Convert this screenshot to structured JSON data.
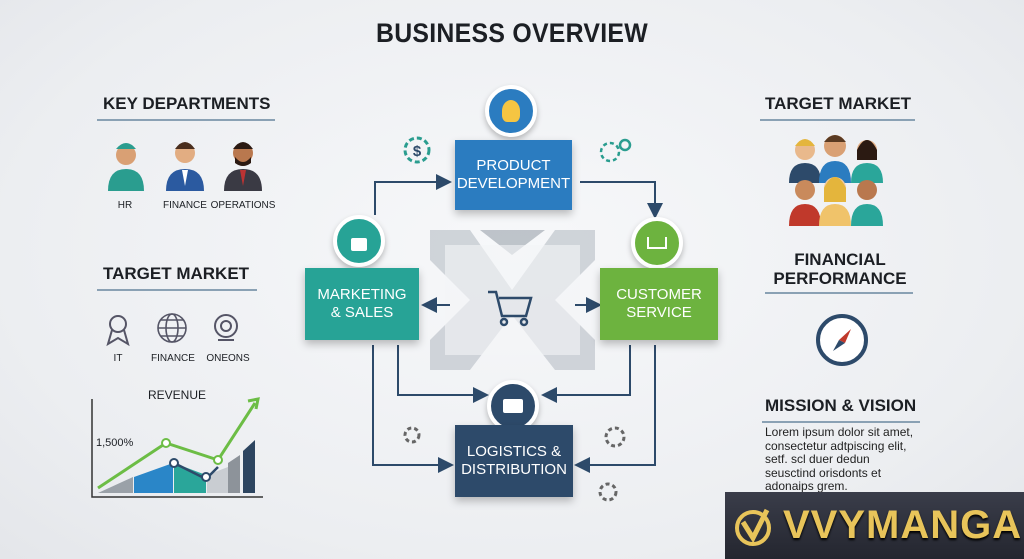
{
  "title": "BUSINESS OVERVIEW",
  "left": {
    "key_departments": {
      "heading": "KEY DEPARTMENTS",
      "items": [
        "HR",
        "FINANCE",
        "OPERATIONS"
      ]
    },
    "target_market": {
      "heading": "TARGET MARKET",
      "items": [
        "IT",
        "FINANCE",
        "ONEONS"
      ]
    },
    "revenue": {
      "title": "REVENUE",
      "label": "1,500%"
    }
  },
  "center": {
    "product_development": "PRODUCT\nDEVELOPMENT",
    "marketing_sales": "MARKETING\n& SALES",
    "customer_service": "CUSTOMER\nSERVICE",
    "logistics": "LOGISTICS &\nDISTRIBUTION"
  },
  "right": {
    "target_market": "TARGET MARKET",
    "financial_performance": "FINANCIAL\nPERFORMANCE",
    "mission_heading": "MISSION & VISION",
    "mission_text": "Lorem ipsum dolor sit amet,\nconsectetur adtpiscing elit,\nsetf. scl duer dedun\nseusctind orisdonts et\nadonaips grem."
  },
  "watermark": "VVYMANGA",
  "colors": {
    "product": "#2b7cc0",
    "marketing": "#27a396",
    "customer": "#6db33f",
    "logistics": "#2d4a6a",
    "gold": "#e8c45a"
  }
}
